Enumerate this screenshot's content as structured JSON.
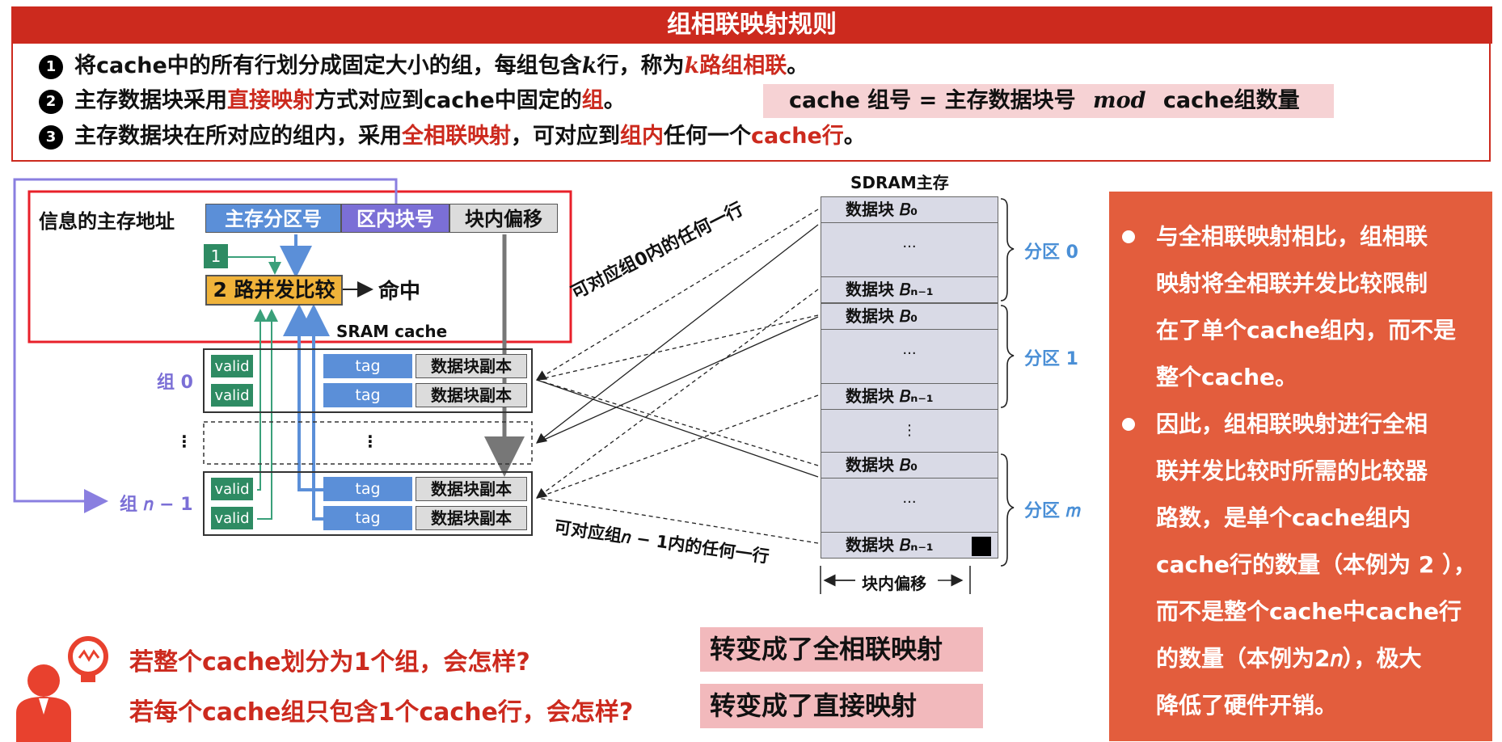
{
  "title": "组相联映射规则",
  "rules": [
    {
      "num": "1",
      "parts": [
        {
          "t": "将cache中的所有行划分成固定大小的组，每组包含"
        },
        {
          "t": "k",
          "it": true
        },
        {
          "t": "行，称为"
        },
        {
          "t": "k",
          "it": true,
          "red": true
        },
        {
          "t": "路组相联",
          "red": true
        },
        {
          "t": "。"
        }
      ]
    },
    {
      "num": "2",
      "parts": [
        {
          "t": "主存数据块采用"
        },
        {
          "t": "直接映射",
          "red": true
        },
        {
          "t": "方式对应到cache中固定的"
        },
        {
          "t": "组",
          "red": true
        },
        {
          "t": "。"
        }
      ]
    },
    {
      "num": "3",
      "parts": [
        {
          "t": "主存数据块在所对应的组内，采用"
        },
        {
          "t": "全相联映射",
          "red": true
        },
        {
          "t": "，可对应到"
        },
        {
          "t": "组内",
          "red": true
        },
        {
          "t": "任何一个"
        },
        {
          "t": "cache行",
          "red": true
        },
        {
          "t": "。"
        }
      ]
    }
  ],
  "formula": {
    "left": "cache 组号 = 主存数据块号",
    "op": "mod",
    "right": "cache组数量"
  },
  "address": {
    "label": "信息的主存地址",
    "fields": [
      "主存分区号",
      "区内块号",
      "块内偏移"
    ],
    "small_num": "1",
    "comparator": "2 路并发比较",
    "hit": "命中"
  },
  "cache": {
    "title": "SRAM cache",
    "group0": "组 0",
    "groupn": "组 𝑛 − 1",
    "valid": "valid",
    "tag": "tag",
    "copy": "数据块副本",
    "vdots": "⋮"
  },
  "memory": {
    "title": "SDRAM主存",
    "block0": "数据块 𝐵₀",
    "blockn": "数据块 𝐵ₙ₋₁",
    "hdots": "···",
    "vdots": "⋮",
    "partitions": [
      "分区 0",
      "分区 1",
      "分区 𝑚"
    ],
    "offset": "块内偏移"
  },
  "notes": {
    "group0_any": "可对应组0内的任何一行",
    "groupn_any": "可对应组𝑛 − 1内的任何一行"
  },
  "right_panel": {
    "bullet1": [
      "与全相联映射相比，组相联",
      "映射将全相联并发比较限制",
      "在了单个cache组内，而不是",
      "整个cache。"
    ],
    "bullet2": [
      "因此，组相联映射进行全相",
      "联并发比较时所需的比较器",
      "路数，是单个cache组内",
      "cache行的数量（本例为 2 ），",
      "而不是整个cache中cache行",
      "的数量（本例为2𝑛），极大",
      "降低了硬件开销。"
    ]
  },
  "qa": [
    {
      "q": "若整个cache划分为1个组，会怎样?",
      "a": "转变成了全相联映射"
    },
    {
      "q": "若每个cache组只包含1个cache行，会怎样?",
      "a": "转变成了直接映射"
    }
  ],
  "colors": {
    "red": "#cc2a1e",
    "panel": "#e35d3d",
    "blue": "#5b8fd8",
    "purple": "#7b6fd6",
    "green": "#2e8b63"
  }
}
